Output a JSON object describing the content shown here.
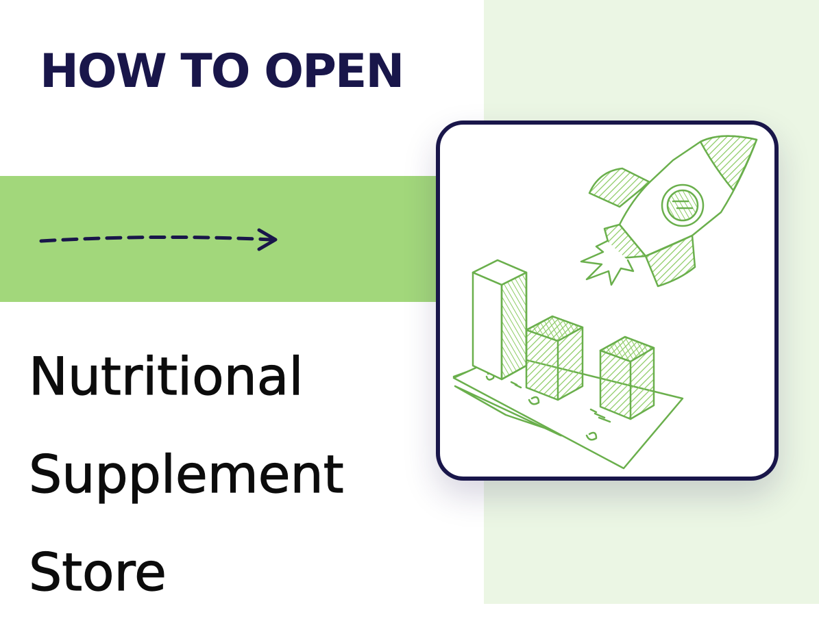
{
  "heading": {
    "eyebrow": "HOW TO OPEN",
    "title_lines": [
      "Nutritional",
      "Supplement",
      "Store"
    ]
  },
  "illustration": {
    "subject": "rocket-and-bar-chart-icon",
    "stroke_color": "#6aaf4c",
    "hatch_color": "#8ccb63"
  },
  "colors": {
    "accent_green": "#a2d77b",
    "pale_green": "#ebf6e4",
    "navy": "#19164a",
    "title_text": "#0c0c0c"
  }
}
